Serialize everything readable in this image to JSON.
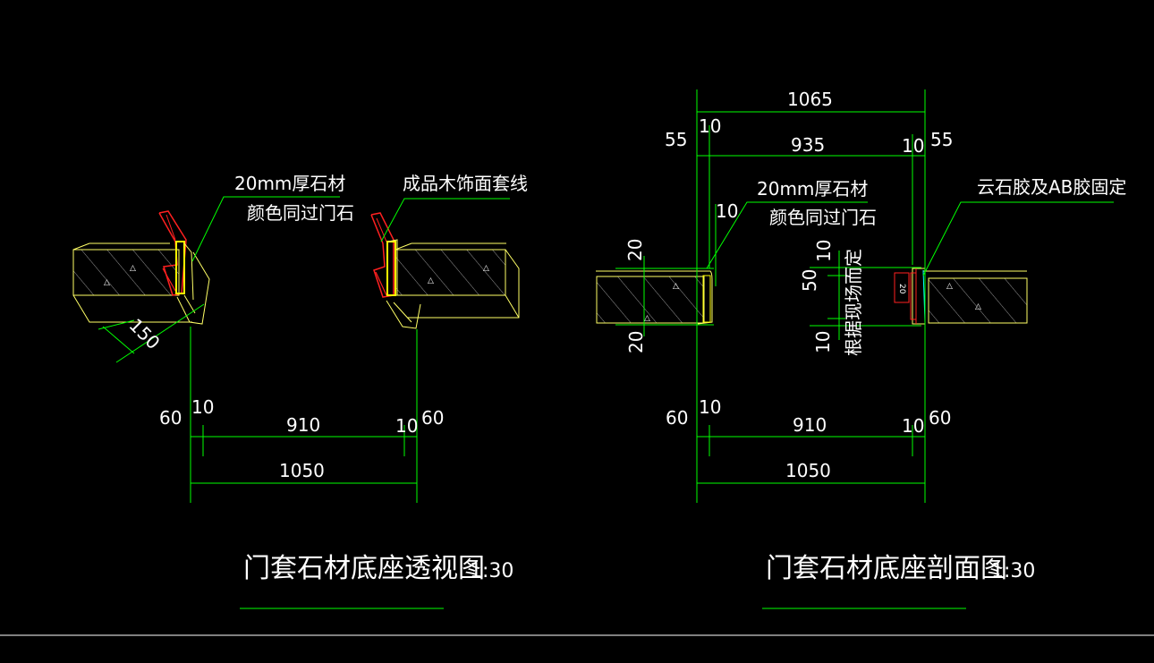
{
  "colors": {
    "background": "#000000",
    "text": "#ffffff",
    "dimension": "#00ff00",
    "outline": "#ffff66",
    "hatch": "#ffffff",
    "wood_trim": "#ff2020",
    "stone": "#ffff00",
    "reference": "#00ffff"
  },
  "left_view": {
    "title": "门套石材底座透视图",
    "scale": "1:30",
    "label_stone_line1": "20mm厚石材",
    "label_stone_line2": "颜色同过门石",
    "label_trim": "成品木饰面套线",
    "dim_angle": "150",
    "dim_left_60": "60",
    "dim_left_10": "10",
    "dim_inner": "910",
    "dim_right_10": "10",
    "dim_right_60": "60",
    "dim_total": "1050"
  },
  "right_view": {
    "title": "门套石材底座剖面图",
    "scale": "1:30",
    "dim_top_total": "1065",
    "dim_top_55_left": "55",
    "dim_top_10_left": "10",
    "dim_top_inner": "935",
    "dim_top_10_right": "10",
    "dim_top_55_right": "55",
    "label_stone_line1": "20mm厚石材",
    "label_stone_line2": "颜色同过门石",
    "label_glue": "云石胶及AB胶固定",
    "dim_10_vert": "10",
    "dim_20_top": "20",
    "dim_20_bottom": "20",
    "dim_10_a": "10",
    "dim_50": "50",
    "dim_10_b": "10",
    "label_site": "根据现场而定",
    "dim_small": "20",
    "dim_bottom_60_left": "60",
    "dim_bottom_10_left": "10",
    "dim_bottom_inner": "910",
    "dim_bottom_10_right": "10",
    "dim_bottom_60_right": "60",
    "dim_bottom_total": "1050"
  }
}
